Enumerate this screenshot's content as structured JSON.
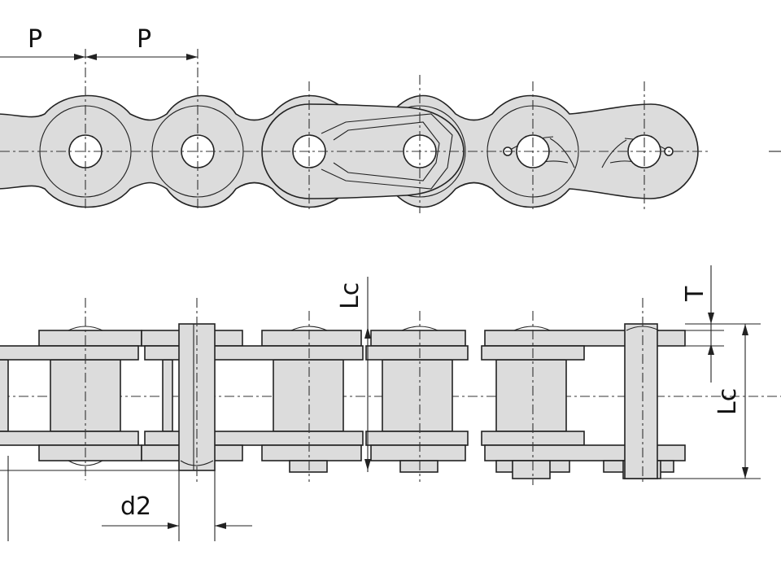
{
  "labels": {
    "pitch_left": "P",
    "pitch_right": "P",
    "lc_top": "Lc",
    "lc_right": "Lc",
    "thickness": "T",
    "pin_diameter": "d2"
  }
}
